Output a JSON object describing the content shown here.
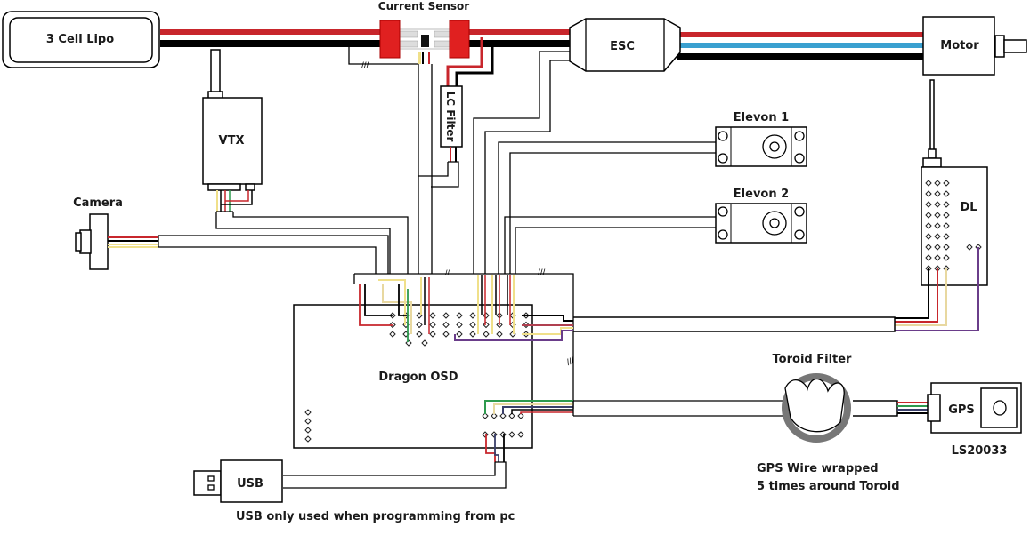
{
  "diagram": {
    "title": "Dragon OSD FPV wiring diagram",
    "colors": {
      "power_positive": "#c8262c",
      "ground": "#000000",
      "phase_blue": "#3aa0d0",
      "signal_yellow": "#f0e08a",
      "signal_green": "#2e9a4e",
      "signal_purple": "#6a3d8a",
      "signal_navy": "#3a3f6a",
      "toroid_gray": "#777777",
      "connector_red": "#e02020"
    },
    "components": {
      "battery": {
        "label": "3 Cell Lipo"
      },
      "current_sensor": {
        "label": "Current Sensor"
      },
      "lc_filter": {
        "label": "LC Filter"
      },
      "esc": {
        "label": "ESC"
      },
      "motor": {
        "label": "Motor"
      },
      "vtx": {
        "label": "VTX"
      },
      "camera": {
        "label": "Camera"
      },
      "elevon_1": {
        "label": "Elevon 1"
      },
      "elevon_2": {
        "label": "Elevon 2"
      },
      "receiver": {
        "label": "DL"
      },
      "osd": {
        "label": "Dragon OSD"
      },
      "toroid": {
        "label": "Toroid Filter"
      },
      "gps": {
        "label": "GPS",
        "model": "LS20033"
      },
      "usb": {
        "label": "USB"
      }
    },
    "notes": {
      "toroid_line1": "GPS Wire wrapped",
      "toroid_line2": "5 times around Toroid",
      "usb_note": "USB only used when programming from pc"
    }
  }
}
